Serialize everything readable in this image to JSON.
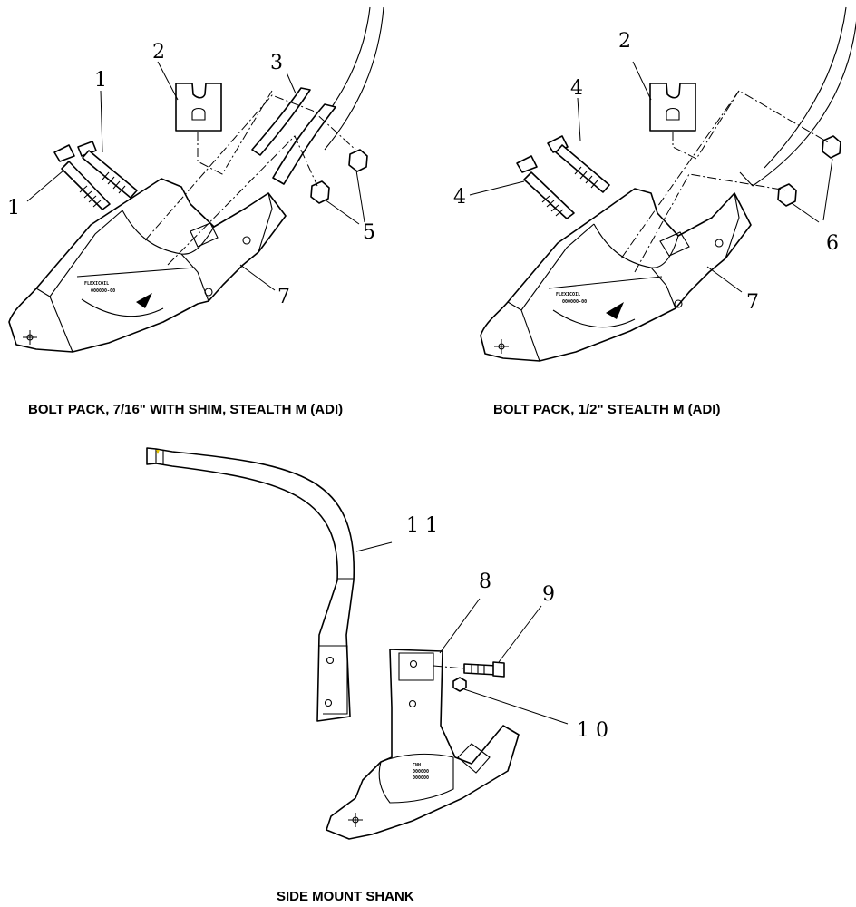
{
  "captions": {
    "left_assembly": "BOLT PACK, 7/16\" WITH SHIM, STEALTH M (ADI)",
    "right_assembly": "BOLT PACK, 1/2\" STEALTH M (ADI)",
    "bottom_assembly": "SIDE MOUNT SHANK"
  },
  "callouts": {
    "left": {
      "bolt_upper": "1",
      "bolt_lower": "1",
      "shim_plate": "2",
      "shim": "3",
      "nut": "5",
      "point": "7"
    },
    "right": {
      "bolt_upper": "4",
      "bolt_lower": "4",
      "shim_plate": "2",
      "nut": "6",
      "point": "7"
    },
    "bottom": {
      "shank": "1 1",
      "bracket": "8",
      "bolt": "9",
      "nut": "1 0"
    }
  },
  "part_markings": {
    "left_point": [
      "FLEXICOIL",
      "000000-00"
    ],
    "right_point": [
      "FLEXICOIL",
      "000000-00"
    ],
    "bracket_plate": [
      "CNH",
      "000000",
      "000000"
    ]
  }
}
